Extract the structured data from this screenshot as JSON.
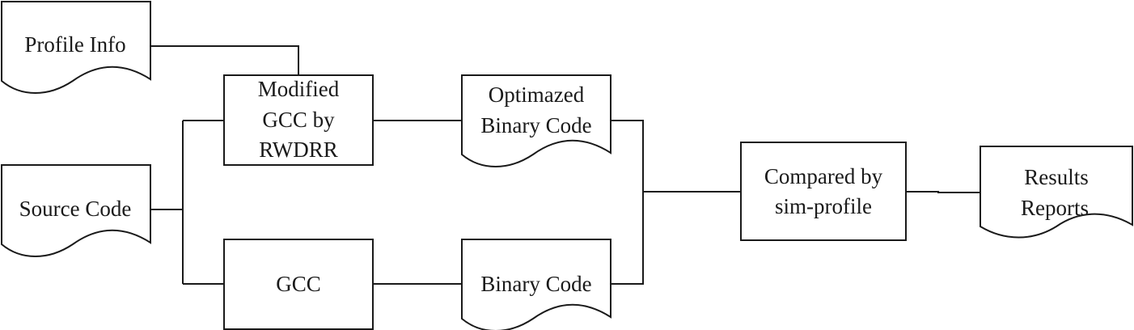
{
  "diagram": {
    "profile_info": "Profile Info",
    "source_code": "Source Code",
    "modified_gcc": [
      "Modified",
      "GCC by",
      "RWDRR"
    ],
    "gcc": "GCC",
    "optimized_binary": [
      "Optimazed",
      "Binary Code"
    ],
    "binary_code": "Binary Code",
    "compared_by": [
      "Compared by",
      "sim-profile"
    ],
    "results_reports": [
      "Results",
      "Reports"
    ]
  }
}
